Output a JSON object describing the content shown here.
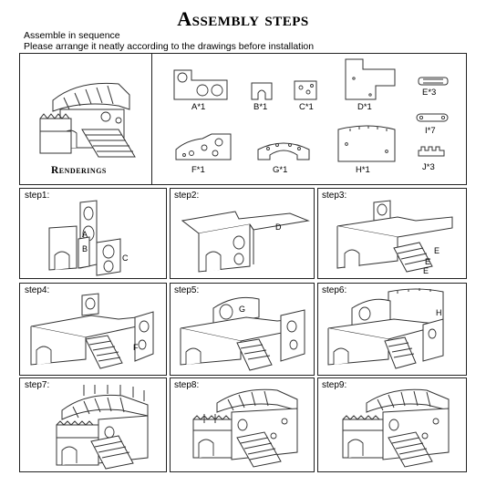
{
  "title": "Assembly steps",
  "subtitle1": "Assemble in sequence",
  "subtitle2": "Please arrange it neatly according to the drawings before installation",
  "renderings_label": "Renderings",
  "parts": [
    {
      "label": "A*1"
    },
    {
      "label": "B*1"
    },
    {
      "label": "C*1"
    },
    {
      "label": "D*1"
    },
    {
      "label": "E*3"
    },
    {
      "label": "I*7"
    },
    {
      "label": "F*1"
    },
    {
      "label": "G*1"
    },
    {
      "label": "H*1"
    },
    {
      "label": "J*3"
    }
  ],
  "steps": [
    {
      "label": "step1:",
      "parts": [
        "A",
        "B",
        "C"
      ]
    },
    {
      "label": "step2:",
      "parts": [
        "D"
      ]
    },
    {
      "label": "step3:",
      "parts": [
        "E",
        "E",
        "E"
      ]
    },
    {
      "label": "step4:",
      "parts": [
        "F"
      ]
    },
    {
      "label": "step5:",
      "parts": [
        "G"
      ]
    },
    {
      "label": "step6:",
      "parts": [
        "H"
      ]
    },
    {
      "label": "step7:",
      "parts": []
    },
    {
      "label": "step8:",
      "parts": []
    },
    {
      "label": "step9:",
      "parts": []
    }
  ]
}
